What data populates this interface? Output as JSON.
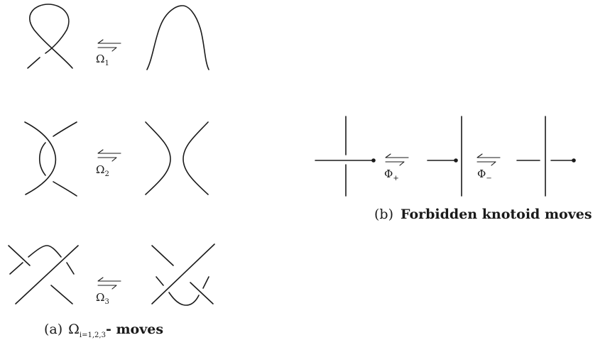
{
  "moves_a": [
    {
      "symbol": "Ω",
      "subscript": "1"
    },
    {
      "symbol": "Ω",
      "subscript": "2"
    },
    {
      "symbol": "Ω",
      "subscript": "3"
    }
  ],
  "moves_b": [
    {
      "symbol": "Φ",
      "subscript": "+"
    },
    {
      "symbol": "Φ",
      "subscript": "−"
    }
  ],
  "caption_a": {
    "tag": "(a)",
    "symbol": "Ω",
    "subscript": "i=1,2,3",
    "suffix": "- moves"
  },
  "caption_b": {
    "tag": "(b)",
    "text": "Forbidden knotoid moves"
  }
}
